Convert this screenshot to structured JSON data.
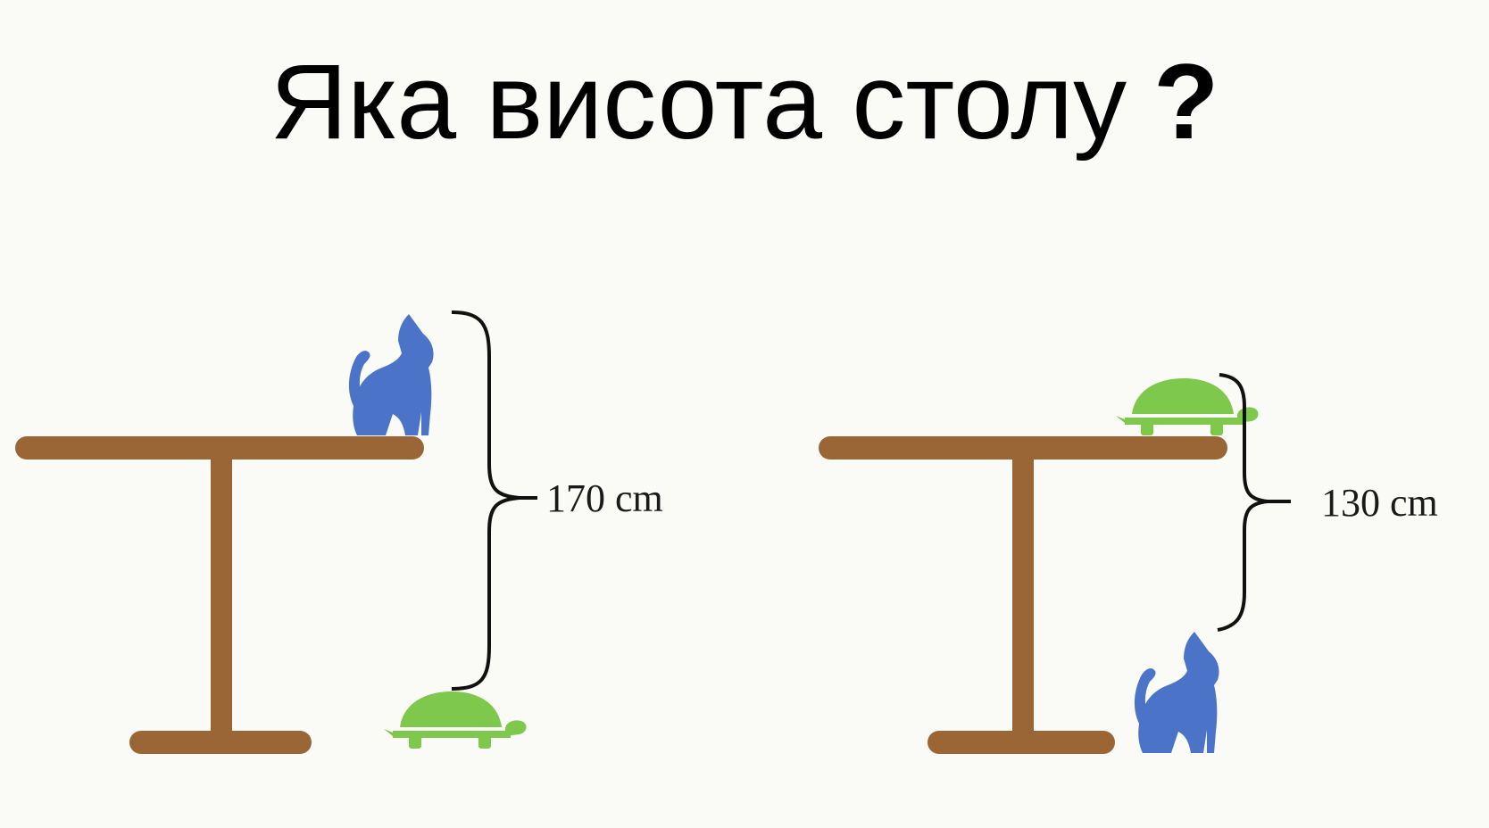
{
  "title": {
    "text": "Яка висота столу",
    "mark": "?"
  },
  "colors": {
    "background": "#fafaf6",
    "table": "#9a6636",
    "cat": "#4b74c8",
    "turtle": "#7ec84b",
    "bracket": "#111111"
  },
  "scenes": [
    {
      "measurement": "170 cm",
      "top_animal": "cat-icon",
      "bottom_animal": "turtle-icon"
    },
    {
      "measurement": "130 cm",
      "top_animal": "turtle-icon",
      "bottom_animal": "cat-icon"
    }
  ]
}
